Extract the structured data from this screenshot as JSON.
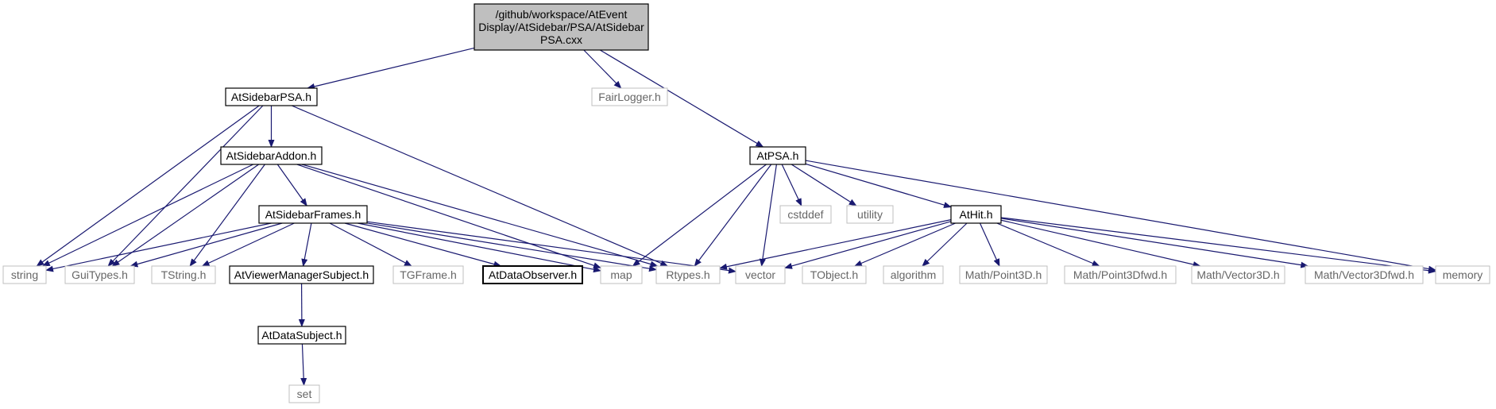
{
  "graph": {
    "edge_color": "#191970",
    "nodes": {
      "root": {
        "lines": [
          "/github/workspace/AtEvent",
          "Display/AtSidebar/PSA/AtSidebar",
          "PSA.cxx"
        ],
        "style": "root"
      },
      "AtSidebarPSA_h": {
        "lines": [
          "AtSidebarPSA.h"
        ],
        "style": "linked"
      },
      "FairLogger_h": {
        "lines": [
          "FairLogger.h"
        ],
        "style": "external"
      },
      "AtPSA_h": {
        "lines": [
          "AtPSA.h"
        ],
        "style": "linked"
      },
      "AtSidebarAddon_h": {
        "lines": [
          "AtSidebarAddon.h"
        ],
        "style": "linked"
      },
      "AtSidebarFrames_h": {
        "lines": [
          "AtSidebarFrames.h"
        ],
        "style": "linked"
      },
      "cstddef": {
        "lines": [
          "cstddef"
        ],
        "style": "external"
      },
      "utility": {
        "lines": [
          "utility"
        ],
        "style": "external"
      },
      "AtHit_h": {
        "lines": [
          "AtHit.h"
        ],
        "style": "linked"
      },
      "string": {
        "lines": [
          "string"
        ],
        "style": "external"
      },
      "GuiTypes_h": {
        "lines": [
          "GuiTypes.h"
        ],
        "style": "external"
      },
      "TString_h": {
        "lines": [
          "TString.h"
        ],
        "style": "external"
      },
      "AtViewerManagerSubject_h": {
        "lines": [
          "AtViewerManagerSubject.h"
        ],
        "style": "linked"
      },
      "TGFrame_h": {
        "lines": [
          "TGFrame.h"
        ],
        "style": "external"
      },
      "AtDataObserver_h": {
        "lines": [
          "AtDataObserver.h"
        ],
        "style": "linked-bold"
      },
      "map": {
        "lines": [
          "map"
        ],
        "style": "external"
      },
      "Rtypes_h": {
        "lines": [
          "Rtypes.h"
        ],
        "style": "external"
      },
      "vector": {
        "lines": [
          "vector"
        ],
        "style": "external"
      },
      "TObject_h": {
        "lines": [
          "TObject.h"
        ],
        "style": "external"
      },
      "algorithm": {
        "lines": [
          "algorithm"
        ],
        "style": "external"
      },
      "Math_Point3D_h": {
        "lines": [
          "Math/Point3D.h"
        ],
        "style": "external"
      },
      "Math_Point3Dfwd_h": {
        "lines": [
          "Math/Point3Dfwd.h"
        ],
        "style": "external"
      },
      "Math_Vector3D_h": {
        "lines": [
          "Math/Vector3D.h"
        ],
        "style": "external"
      },
      "Math_Vector3Dfwd_h": {
        "lines": [
          "Math/Vector3Dfwd.h"
        ],
        "style": "external"
      },
      "memory": {
        "lines": [
          "memory"
        ],
        "style": "external"
      },
      "AtDataSubject_h": {
        "lines": [
          "AtDataSubject.h"
        ],
        "style": "linked"
      },
      "set": {
        "lines": [
          "set"
        ],
        "style": "external"
      }
    },
    "edges": [
      [
        "root",
        "AtSidebarPSA_h"
      ],
      [
        "root",
        "FairLogger_h"
      ],
      [
        "root",
        "AtPSA_h"
      ],
      [
        "AtSidebarPSA_h",
        "AtSidebarAddon_h"
      ],
      [
        "AtSidebarPSA_h",
        "string"
      ],
      [
        "AtSidebarPSA_h",
        "GuiTypes_h"
      ],
      [
        "AtSidebarPSA_h",
        "Rtypes_h"
      ],
      [
        "AtSidebarAddon_h",
        "AtSidebarFrames_h"
      ],
      [
        "AtSidebarAddon_h",
        "string"
      ],
      [
        "AtSidebarAddon_h",
        "GuiTypes_h"
      ],
      [
        "AtSidebarAddon_h",
        "TString_h"
      ],
      [
        "AtSidebarAddon_h",
        "map"
      ],
      [
        "AtSidebarAddon_h",
        "Rtypes_h"
      ],
      [
        "AtSidebarFrames_h",
        "string"
      ],
      [
        "AtSidebarFrames_h",
        "GuiTypes_h"
      ],
      [
        "AtSidebarFrames_h",
        "TString_h"
      ],
      [
        "AtSidebarFrames_h",
        "AtViewerManagerSubject_h"
      ],
      [
        "AtSidebarFrames_h",
        "TGFrame_h"
      ],
      [
        "AtSidebarFrames_h",
        "AtDataObserver_h"
      ],
      [
        "AtSidebarFrames_h",
        "map"
      ],
      [
        "AtSidebarFrames_h",
        "Rtypes_h"
      ],
      [
        "AtSidebarFrames_h",
        "vector"
      ],
      [
        "AtViewerManagerSubject_h",
        "AtDataSubject_h"
      ],
      [
        "AtDataSubject_h",
        "set"
      ],
      [
        "AtPSA_h",
        "map"
      ],
      [
        "AtPSA_h",
        "Rtypes_h"
      ],
      [
        "AtPSA_h",
        "vector"
      ],
      [
        "AtPSA_h",
        "cstddef"
      ],
      [
        "AtPSA_h",
        "utility"
      ],
      [
        "AtPSA_h",
        "AtHit_h"
      ],
      [
        "AtPSA_h",
        "memory"
      ],
      [
        "AtHit_h",
        "Rtypes_h"
      ],
      [
        "AtHit_h",
        "vector"
      ],
      [
        "AtHit_h",
        "TObject_h"
      ],
      [
        "AtHit_h",
        "algorithm"
      ],
      [
        "AtHit_h",
        "Math_Point3D_h"
      ],
      [
        "AtHit_h",
        "Math_Point3Dfwd_h"
      ],
      [
        "AtHit_h",
        "Math_Vector3D_h"
      ],
      [
        "AtHit_h",
        "Math_Vector3Dfwd_h"
      ],
      [
        "AtHit_h",
        "memory"
      ]
    ]
  }
}
